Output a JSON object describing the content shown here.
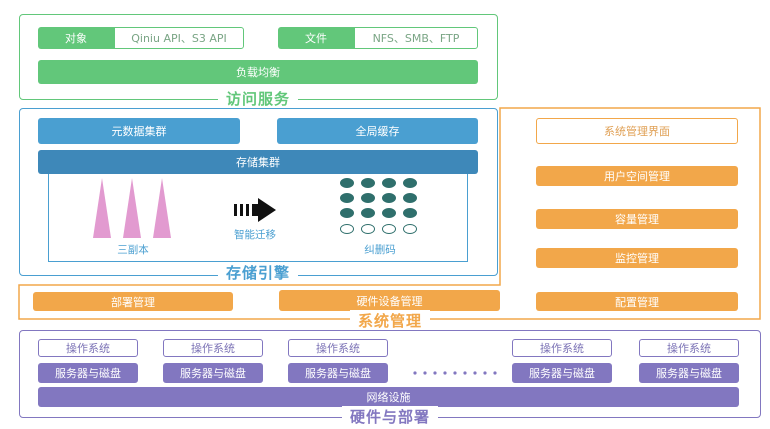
{
  "colors": {
    "green": "#62c77a",
    "blue": "#4a9fd1",
    "blue_dark": "#3e88b9",
    "orange": "#f2a74a",
    "purple": "#8277c0",
    "pink": "#e29ad0",
    "teal": "#2f6f6c"
  },
  "access": {
    "title": "访问服务",
    "object_label": "对象",
    "object_value": "Qiniu API、S3 API",
    "file_label": "文件",
    "file_value": "NFS、SMB、FTP",
    "load_balance": "负载均衡"
  },
  "storage": {
    "title": "存储引擎",
    "metadata_cluster": "元数据集群",
    "global_cache": "全局缓存",
    "storage_cluster": "存储集群",
    "replica_label": "三副本",
    "migration_label": "智能迁移",
    "erasure_label": "纠删码"
  },
  "system": {
    "title": "系统管理",
    "ui": "系统管理界面",
    "user_space": "用户空间管理",
    "capacity": "容量管理",
    "monitor": "监控管理",
    "config": "配置管理",
    "deploy": "部署管理",
    "hardware": "硬件设备管理"
  },
  "hardware": {
    "title": "硬件与部署",
    "columns": [
      {
        "os": "操作系统",
        "server": "服务器与磁盘"
      },
      {
        "os": "操作系统",
        "server": "服务器与磁盘"
      },
      {
        "os": "操作系统",
        "server": "服务器与磁盘"
      },
      {
        "os": "操作系统",
        "server": "服务器与磁盘"
      },
      {
        "os": "操作系统",
        "server": "服务器与磁盘"
      }
    ],
    "network": "网络设施"
  }
}
